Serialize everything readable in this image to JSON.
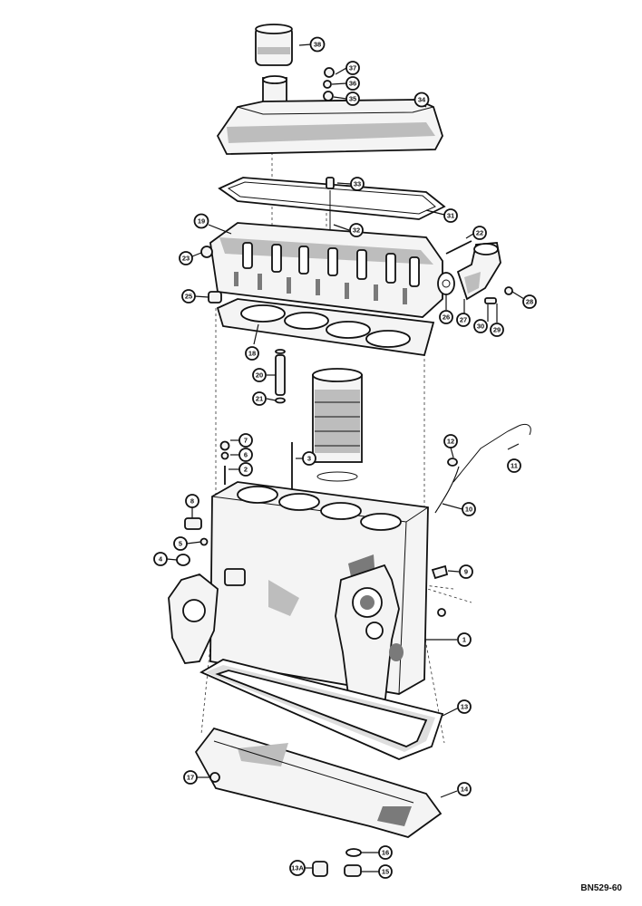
{
  "drawing": {
    "reference_code": "BN529-60",
    "callouts": [
      {
        "id": "c1",
        "label": "1"
      },
      {
        "id": "c2",
        "label": "2"
      },
      {
        "id": "c3",
        "label": "3"
      },
      {
        "id": "c4",
        "label": "4"
      },
      {
        "id": "c5",
        "label": "5"
      },
      {
        "id": "c6",
        "label": "6"
      },
      {
        "id": "c7",
        "label": "7"
      },
      {
        "id": "c8",
        "label": "8"
      },
      {
        "id": "c9",
        "label": "9"
      },
      {
        "id": "c10",
        "label": "10"
      },
      {
        "id": "c11",
        "label": "11"
      },
      {
        "id": "c12",
        "label": "12"
      },
      {
        "id": "c13",
        "label": "13"
      },
      {
        "id": "c14",
        "label": "14"
      },
      {
        "id": "c15",
        "label": "15"
      },
      {
        "id": "c16",
        "label": "16"
      },
      {
        "id": "c17",
        "label": "17"
      },
      {
        "id": "c18",
        "label": "18"
      },
      {
        "id": "c19",
        "label": "19"
      },
      {
        "id": "c20",
        "label": "20"
      },
      {
        "id": "c21",
        "label": "21"
      },
      {
        "id": "c22",
        "label": "22"
      },
      {
        "id": "c23",
        "label": "23"
      },
      {
        "id": "c25",
        "label": "25"
      },
      {
        "id": "c26",
        "label": "26"
      },
      {
        "id": "c27",
        "label": "27"
      },
      {
        "id": "c28",
        "label": "28"
      },
      {
        "id": "c29",
        "label": "29"
      },
      {
        "id": "c30",
        "label": "30"
      },
      {
        "id": "c31",
        "label": "31"
      },
      {
        "id": "c32",
        "label": "32"
      },
      {
        "id": "c33",
        "label": "33"
      },
      {
        "id": "c34",
        "label": "34"
      },
      {
        "id": "c35",
        "label": "35"
      },
      {
        "id": "c36",
        "label": "36"
      },
      {
        "id": "c37",
        "label": "37"
      },
      {
        "id": "c38",
        "label": "38"
      },
      {
        "id": "c13a",
        "label": "13A"
      }
    ]
  }
}
